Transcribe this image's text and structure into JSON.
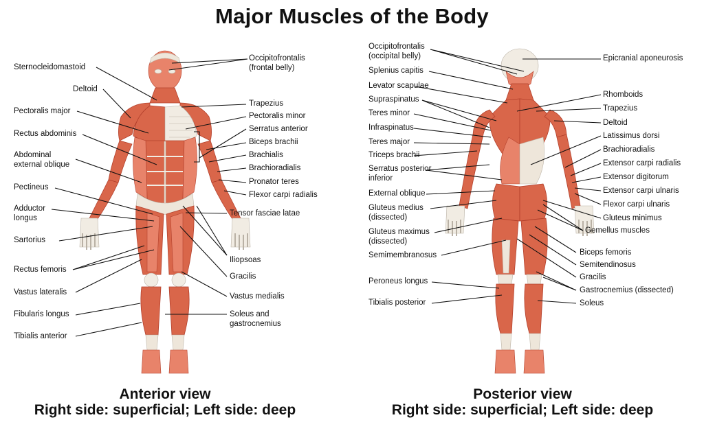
{
  "title": "Major Muscles of the Body",
  "anterior": {
    "caption_line1": "Anterior view",
    "caption_line2": "Right side: superficial; Left side: deep",
    "left_labels": [
      "Sternocleidomastoid",
      "Deltoid",
      "Pectoralis major",
      "Rectus abdominis",
      "Abdominal\nexternal oblique",
      "Pectineus",
      "Adductor\nlongus",
      "Sartorius",
      "Rectus femoris",
      "Vastus lateralis",
      "Fibularis longus",
      "Tibialis anterior"
    ],
    "right_labels": [
      "Occipitofrontalis\n(frontal belly)",
      "Trapezius",
      "Pectoralis minor",
      "Serratus anterior",
      "Biceps brachii",
      "Brachialis",
      "Brachioradialis",
      "Pronator teres",
      "Flexor carpi radialis",
      "Tensor fasciae latae",
      "Iliopsoas",
      "Gracilis",
      "Vastus medialis",
      "Soleus and\ngastrocnemius"
    ]
  },
  "posterior": {
    "caption_line1": "Posterior view",
    "caption_line2": "Right side: superficial; Left side: deep",
    "left_labels": [
      "Occipitofrontalis\n(occipital belly)",
      "Splenius capitis",
      "Levator scapulae",
      "Supraspinatus",
      "Teres minor",
      "Infraspinatus",
      "Teres major",
      "Triceps brachii",
      "Serratus posterior\ninferior",
      "External oblique",
      "Gluteus medius\n(dissected)",
      "Gluteus maximus\n(dissected)",
      "Semimembranosus",
      "Peroneus longus",
      "Tibialis posterior"
    ],
    "right_labels": [
      "Epicranial aponeurosis",
      "Rhomboids",
      "Trapezius",
      "Deltoid",
      "Latissimus dorsi",
      "Brachioradialis",
      "Extensor carpi radialis",
      "Extensor digitorum",
      "Extensor carpi ulnaris",
      "Flexor carpi ulnaris",
      "Gluteus minimus",
      "Gemellus muscles",
      "Biceps femoris",
      "Semitendinosus",
      "Gracilis",
      "Gastrocnemius (dissected)",
      "Soleus"
    ]
  }
}
